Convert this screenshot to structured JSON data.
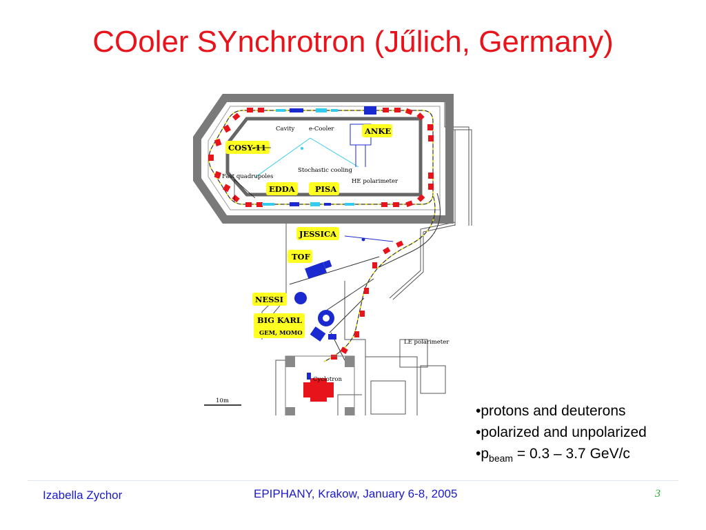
{
  "slide": {
    "title": "COoler SYnchrotron (Jűlich, Germany)",
    "bullets": {
      "b1": "•protons and deuterons",
      "b2": "•polarized and unpolarized",
      "b3_prefix": "•p",
      "b3_sub": "beam",
      "b3_suffix": " = 0.3 – 3.7 GeV/c"
    },
    "footer": {
      "author": "Izabella Zychor",
      "conference": "EPIPHANY, Krakow, January 6-8, 2005",
      "page": "3"
    }
  },
  "diagram": {
    "detectors": {
      "anke": "ANKE",
      "cosy11": "COSY-11",
      "edda": "EDDA",
      "pisa": "PISA",
      "jessica": "JESSICA",
      "tof": "TOF",
      "nessi": "NESSI",
      "bigkarl": "BIG KARL",
      "gemmomo": "GEM, MOMO"
    },
    "labels": {
      "cavity": "Cavity",
      "ecooler": "e-Cooler",
      "stochastic": "Stochastic cooling",
      "fastquad": "Fast quadrupoles",
      "hepol": "HE polarimeter",
      "lepol": "LE polarimeter",
      "cyclotron": "Cyclotron",
      "scale": "10m"
    },
    "colors": {
      "detector_label_bg": "#ffff22",
      "magnet": "#e8141b",
      "detector": "#1a2ad0",
      "beamline_alt": "#f2e600",
      "cooler": "#33ccee"
    }
  }
}
